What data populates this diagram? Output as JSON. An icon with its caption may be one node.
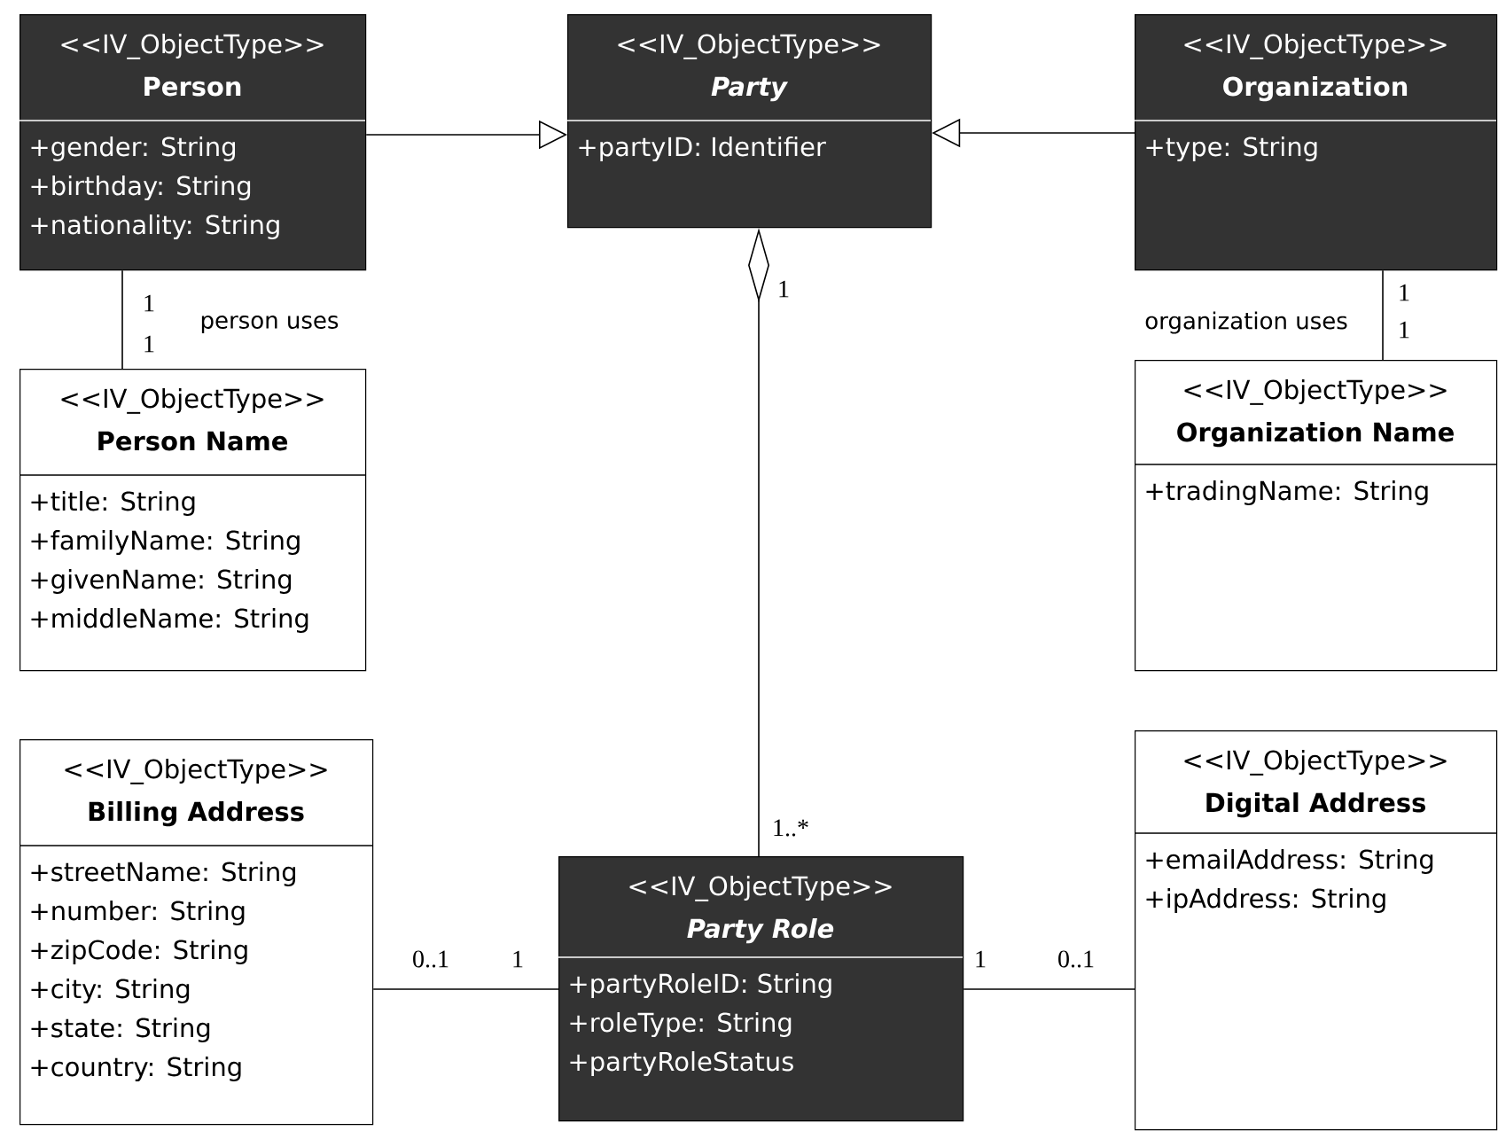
{
  "diagram": {
    "nodes": [
      {
        "text": [
          "<<IV_ObjectType>>",
          "Person",
          "+gender: String",
          "+birthday: String",
          "+nationality: String"
        ]
      },
      {
        "text": [
          "<<IV_ObjectType>>",
          "Party",
          "+partyID: Identifier"
        ]
      },
      {
        "text": [
          "<<IV_ObjectType>>",
          "Organization",
          "+type: String"
        ]
      },
      {
        "text": [
          "<<IV_ObjectType>>",
          "Person Name",
          "+title: String",
          "+familyName: String",
          "+givenName: String",
          "+middleName: String"
        ]
      },
      {
        "text": [
          "<<IV_ObjectType>>",
          "Organization Name",
          "+tradingName: String"
        ]
      },
      {
        "text": [
          "<<IV_ObjectType>>",
          "Billing Address",
          "+streetName: String",
          "+number: String",
          "+zipCode: String",
          "+city: String",
          "+state: String",
          "+country: String"
        ]
      },
      {
        "text": [
          "<<IV_ObjectType>>",
          "Digital Address",
          "+emailAddress: String",
          "+ipAddress: String"
        ]
      },
      {
        "text": [
          "<<IV_ObjectType>>",
          "Party Role",
          "+partyRoleID: String",
          "+roleType: String",
          "+partyRoleStatus"
        ]
      }
    ],
    "edges": [
      {
        "from": 0,
        "to": 1,
        "arrow": "to"
      },
      {
        "from": 2,
        "to": 1,
        "arrow": "to"
      },
      {
        "from": 0,
        "to": 3,
        "arrow": "none",
        "label": "person uses"
      },
      {
        "from": 2,
        "to": 4,
        "arrow": "none",
        "label": "organization uses"
      },
      {
        "from": 1,
        "to": 7,
        "arrow": "other"
      },
      {
        "from": 5,
        "to": 7,
        "arrow": "none"
      },
      {
        "from": 7,
        "to": 6,
        "arrow": "none"
      }
    ],
    "labels": [
      "1",
      "1",
      "1",
      "1",
      "1",
      "1..*",
      "0..1",
      "1",
      "1",
      "0..1"
    ]
  }
}
